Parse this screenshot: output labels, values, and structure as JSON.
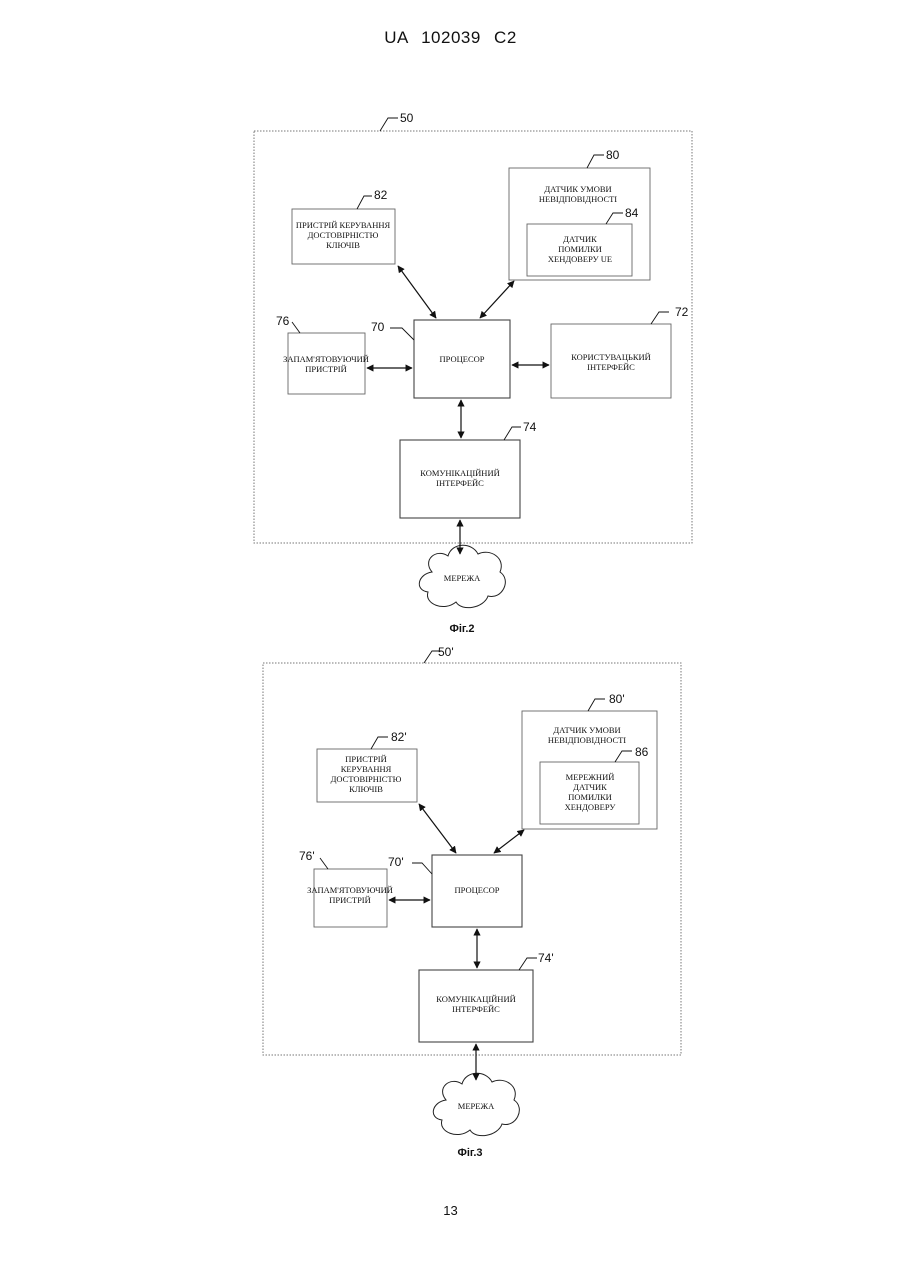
{
  "page": {
    "header": "UA 102039 C2",
    "page_number": "13"
  },
  "fig2": {
    "caption": "Фіг.2",
    "ref_device": "50",
    "ref_nonconformity": "80",
    "ref_handover_sensor": "84",
    "ref_key_manager": "82",
    "ref_memory": "76",
    "ref_processor": "70",
    "ref_user_interface": "72",
    "ref_comm": "74",
    "nonconformity_lines": [
      "ДАТЧИК УМОВИ",
      "НЕВІДПОВІДНОСТІ"
    ],
    "handover_sensor_lines": [
      "ДАТЧИК",
      "ПОМИЛКИ",
      "ХЕНДОВЕРУ UE"
    ],
    "key_manager_lines": [
      "ПРИСТРІЙ КЕРУВАННЯ",
      "ДОСТОВІРНІСТЮ",
      "КЛЮЧІВ"
    ],
    "memory_lines": [
      "ЗАПАМ'ЯТОВУЮЧИЙ",
      "ПРИСТРІЙ"
    ],
    "processor_label": "ПРОЦЕСОР",
    "user_interface_lines": [
      "КОРИСТУВАЦЬКИЙ",
      "ІНТЕРФЕЙС"
    ],
    "comm_lines": [
      "КОМУНІКАЦІЙНИЙ",
      "ІНТЕРФЕЙС"
    ],
    "network_label": "МЕРЕЖА"
  },
  "fig3": {
    "caption": "Фіг.3",
    "ref_device": "50'",
    "ref_nonconformity": "80'",
    "ref_network_sensor": "86",
    "ref_key_manager": "82'",
    "ref_memory": "76'",
    "ref_processor": "70'",
    "ref_comm": "74'",
    "nonconformity_lines": [
      "ДАТЧИК УМОВИ",
      "НЕВІДПОВІДНОСТІ"
    ],
    "network_sensor_lines": [
      "МЕРЕЖНИЙ",
      "ДАТЧИК",
      "ПОМИЛКИ",
      "ХЕНДОВЕРУ"
    ],
    "key_manager_lines": [
      "ПРИСТРІЙ",
      "КЕРУВАННЯ",
      "ДОСТОВІРНІСТЮ",
      "КЛЮЧІВ"
    ],
    "memory_lines": [
      "ЗАПАМ'ЯТОВУЮЧИЙ",
      "ПРИСТРІЙ"
    ],
    "processor_label": "ПРОЦЕСОР",
    "comm_lines": [
      "КОМУНІКАЦІЙНИЙ",
      "ІНТЕРФЕЙС"
    ],
    "network_label": "МЕРЕЖА"
  }
}
